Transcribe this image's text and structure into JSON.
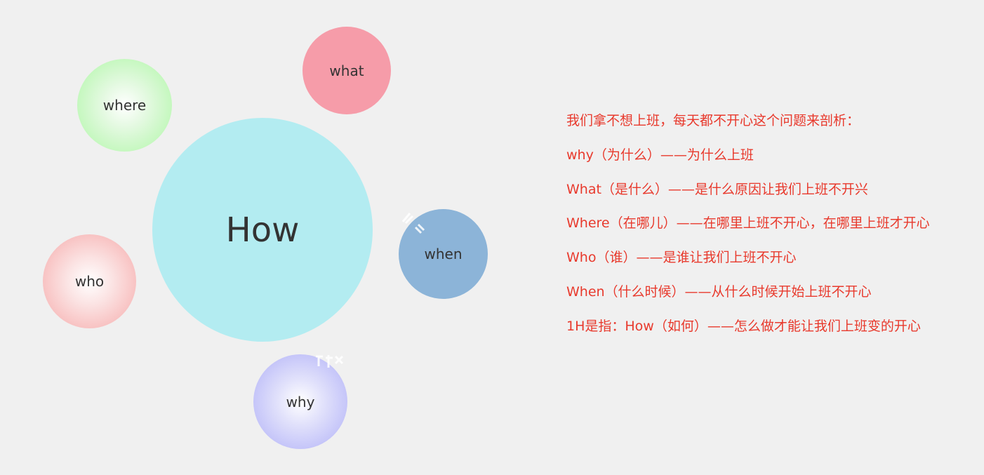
{
  "bubbles": {
    "how": "How",
    "what": "what",
    "where": "where",
    "who": "who",
    "when": "when",
    "why": "why"
  },
  "notes": [
    "我们拿不想上班，每天都不开心这个问题来剖析：",
    "why（为什么）——为什么上班",
    "What（是什么）——是什么原因让我们上班不开兴",
    "Where（在哪儿）——在哪里上班不开心，在哪里上班才开心",
    "Who（谁）——是谁让我们上班不开心",
    "When（什么时候）——从什么时候开始上班不开心",
    "1H是指：How（如何）——怎么做才能让我们上班变的开心"
  ],
  "colors": {
    "background": "#f0f0f0",
    "how": "#b3ecf1",
    "what": "#f69ca9",
    "where": "#adf7a4",
    "who": "#f6a8a8",
    "when": "#8cb4d8",
    "why": "#aeaef7",
    "notes_text": "#e8392c"
  }
}
